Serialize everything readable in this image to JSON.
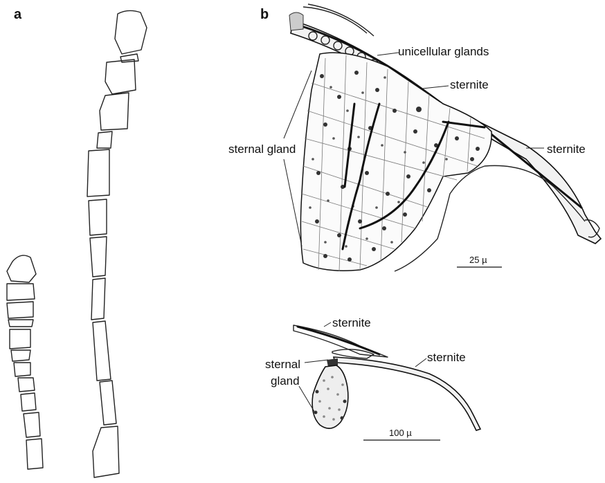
{
  "panels": {
    "a": {
      "letter": "a"
    },
    "b": {
      "letter": "b",
      "labels": {
        "unicellular_glands": "unicellular glands",
        "sternite_top": "sternite",
        "sternite_right": "sternite",
        "sternal_gland": "sternal gland",
        "scale_upper": "25 µ",
        "sternite_lower_left": "sternite",
        "sternite_lower_right": "sternite",
        "sternal_gland_lower_line1": "sternal",
        "sternal_gland_lower_line2": "gland",
        "scale_lower": "100 µ"
      }
    }
  }
}
